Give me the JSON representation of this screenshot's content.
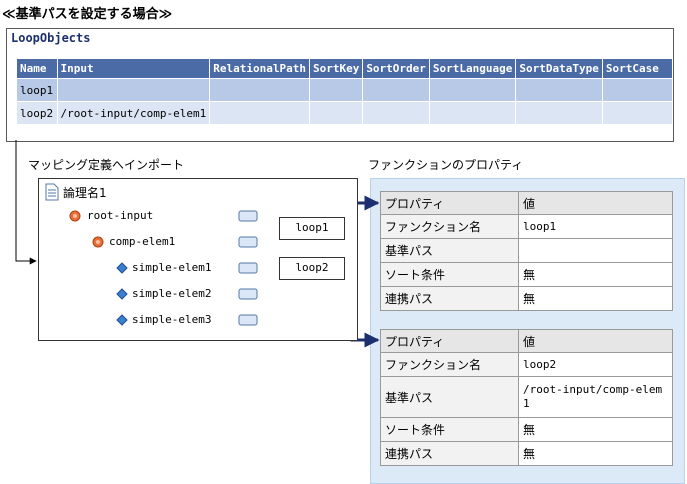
{
  "heading": "≪基準パスを設定する場合≫",
  "loop_objects": {
    "title": "LoopObjects",
    "columns": [
      "Name",
      "Input",
      "RelationalPath",
      "SortKey",
      "SortOrder",
      "SortLanguage",
      "SortDataType",
      "SortCase"
    ],
    "rows": [
      [
        "loop1",
        "",
        "",
        "",
        "",
        "",
        "",
        ""
      ],
      [
        "loop2",
        "/root-input/comp-elem1",
        "",
        "",
        "",
        "",
        "",
        ""
      ]
    ]
  },
  "mapping": {
    "caption": "マッピング定義へインポート",
    "doc_name": "論理名1",
    "tree": [
      {
        "label": "root-input"
      },
      {
        "label": "comp-elem1"
      },
      {
        "label": "simple-elem1"
      },
      {
        "label": "simple-elem2"
      },
      {
        "label": "simple-elem3"
      }
    ],
    "functions": [
      "loop1",
      "loop2"
    ]
  },
  "properties": {
    "caption": "ファンクションのプロパティ",
    "tables": [
      {
        "header": [
          "プロパティ",
          "値"
        ],
        "rows": [
          [
            "ファンクション名",
            "loop1"
          ],
          [
            "基準パス",
            ""
          ],
          [
            "ソート条件",
            "無"
          ],
          [
            "連携パス",
            "無"
          ]
        ]
      },
      {
        "header": [
          "プロパティ",
          "値"
        ],
        "rows": [
          [
            "ファンクション名",
            "loop2"
          ],
          [
            "基準パス",
            "/root-input/comp-elem1"
          ],
          [
            "ソート条件",
            "無"
          ],
          [
            "連携パス",
            "無"
          ]
        ]
      }
    ]
  },
  "colors": {
    "table_header": "#4a6ba6",
    "row_dark": "#b7c9e6",
    "row_light": "#dbe5f4",
    "prop_bg": "#dceaf7",
    "arrow": "#1c2f6e",
    "element_node": "#e8703a",
    "leaf_node": "#3a7fd0"
  }
}
